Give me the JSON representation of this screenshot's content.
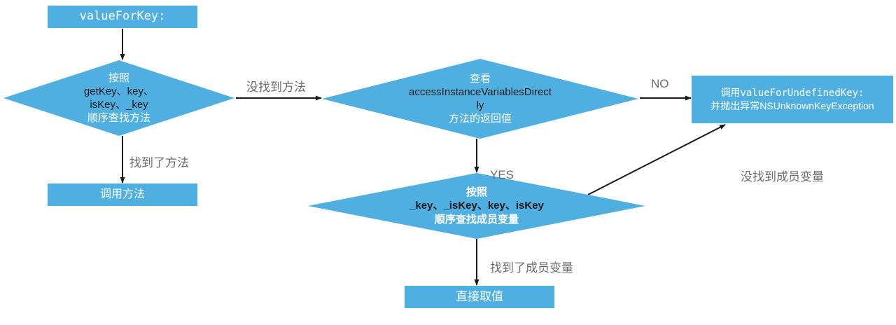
{
  "diagram": {
    "title": "valueForKey: KVC lookup flow",
    "colors": {
      "node_fill": "#4FAFE0",
      "node_text": "#FFFFFF",
      "node_text_dark": "#1B1B1B",
      "edge_label_text": "#6B6B6B",
      "edge_stroke": "#1A1A1A",
      "background": "#FFFFFF"
    },
    "nodes": {
      "value_for_key": {
        "shape": "rect",
        "text": "valueForKey:"
      },
      "method_lookup": {
        "shape": "diamond",
        "line1": "按照",
        "line2": "getKey、key、",
        "line3": "isKey、_key",
        "line4": "顺序查找方法"
      },
      "call_method": {
        "shape": "rect",
        "text": "调用方法"
      },
      "access_ivars_directly": {
        "shape": "diamond",
        "line1": "查看",
        "line2": "accessInstanceVariablesDirect",
        "line3": "ly",
        "line4": "方法的返回值"
      },
      "ivar_lookup": {
        "shape": "diamond",
        "line1": "按照",
        "line2": "_key、_isKey、key、isKey",
        "line3": "顺序查找成员变量"
      },
      "direct_value": {
        "shape": "rect",
        "text": "直接取值"
      },
      "value_for_undefined_key": {
        "shape": "rect",
        "line1_prefix": "调用",
        "line1_mono": "valueForUndefinedKey:",
        "line2": "并抛出异常NSUnknownKeyException"
      }
    },
    "edge_labels": {
      "method_not_found": "没找到方法",
      "method_found": "找到了方法",
      "no": "NO",
      "yes": "YES",
      "ivar_found": "找到了成员变量",
      "ivar_not_found": "没找到成员变量"
    }
  }
}
